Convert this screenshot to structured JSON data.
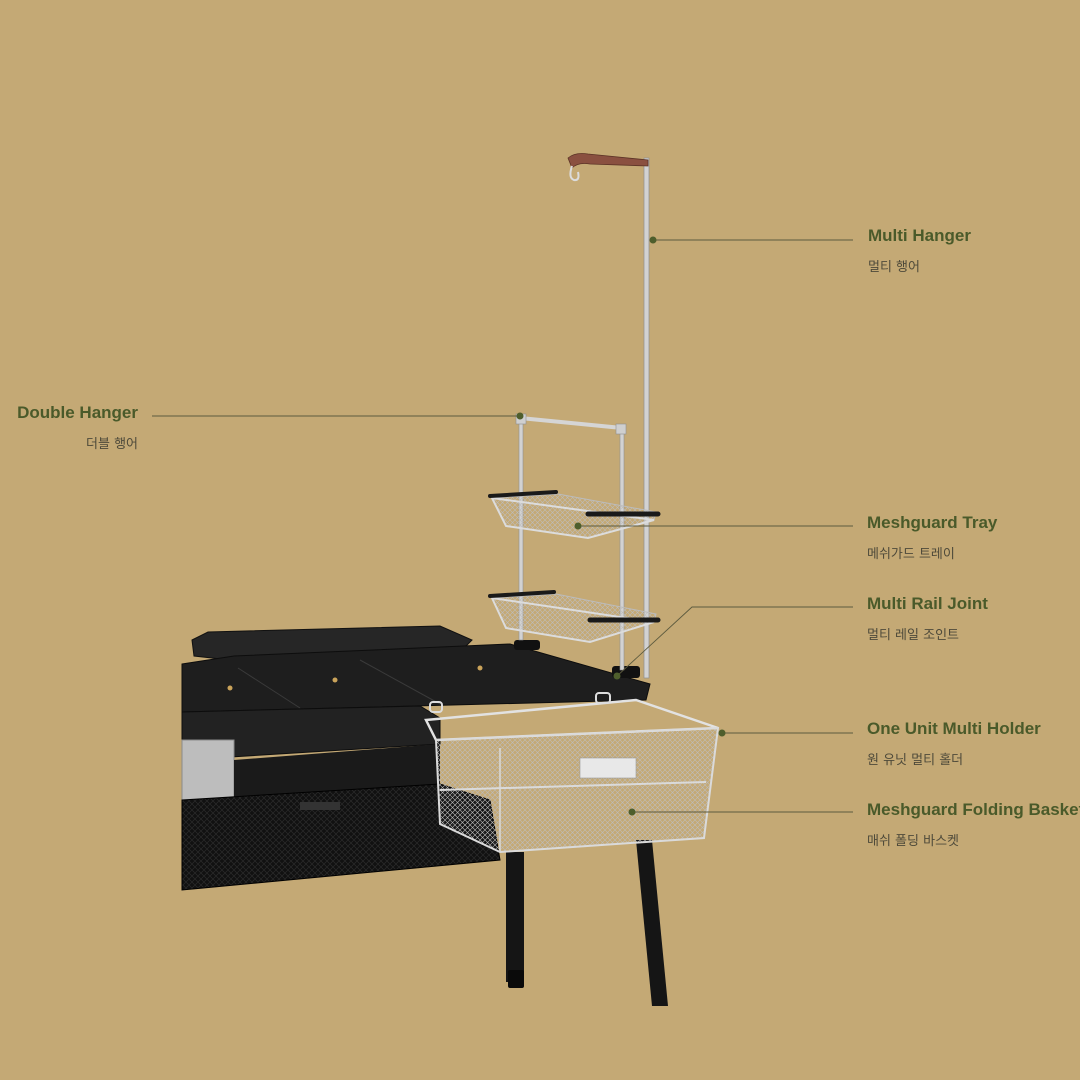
{
  "colors": {
    "background": "#c4a975",
    "label_text": "#4a5a2a",
    "sub_text": "#4e4a3a",
    "leader_line": "#5c5a3e",
    "dot": "#4e5e2c",
    "table_black": "#1c1c1c",
    "metal": "#c9c9c9",
    "handle_wood": "#8a5040"
  },
  "callouts": {
    "multi_hanger": {
      "en": "Multi Hanger",
      "ko": "멀티 행어"
    },
    "double_hanger": {
      "en": "Double Hanger",
      "ko": "더블 행어"
    },
    "meshguard_tray": {
      "en": "Meshguard Tray",
      "ko": "메쉬가드 트레이"
    },
    "multi_rail_joint": {
      "en": "Multi Rail Joint",
      "ko": "멀티 레일 조인트"
    },
    "one_unit_multi_holder": {
      "en": "One Unit Multi Holder",
      "ko": "원 유닛 멀티 홀더"
    },
    "meshguard_folding_basket": {
      "en": "Meshguard Folding Basket",
      "ko": "매쉬 폴딩 바스켓"
    }
  },
  "product": {
    "icon": "camping-kitchen-table-illustration"
  }
}
